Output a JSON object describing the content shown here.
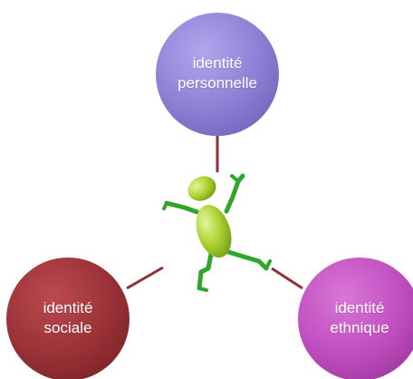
{
  "diagram": {
    "nodes": [
      {
        "id": "personnelle",
        "line1": "identité",
        "line2": "personnelle",
        "color": "#9080D6"
      },
      {
        "id": "sociale",
        "line1": "identité",
        "line2": "sociale",
        "color": "#9B3338"
      },
      {
        "id": "ethnique",
        "line1": "identité",
        "line2": "ethnique",
        "color": "#C24FC1"
      }
    ],
    "connector_color": "#8E3038",
    "figure": {
      "icon": "running-figure-icon",
      "body_color": "#A9CF2E",
      "limb_color": "#2FA52A"
    }
  }
}
